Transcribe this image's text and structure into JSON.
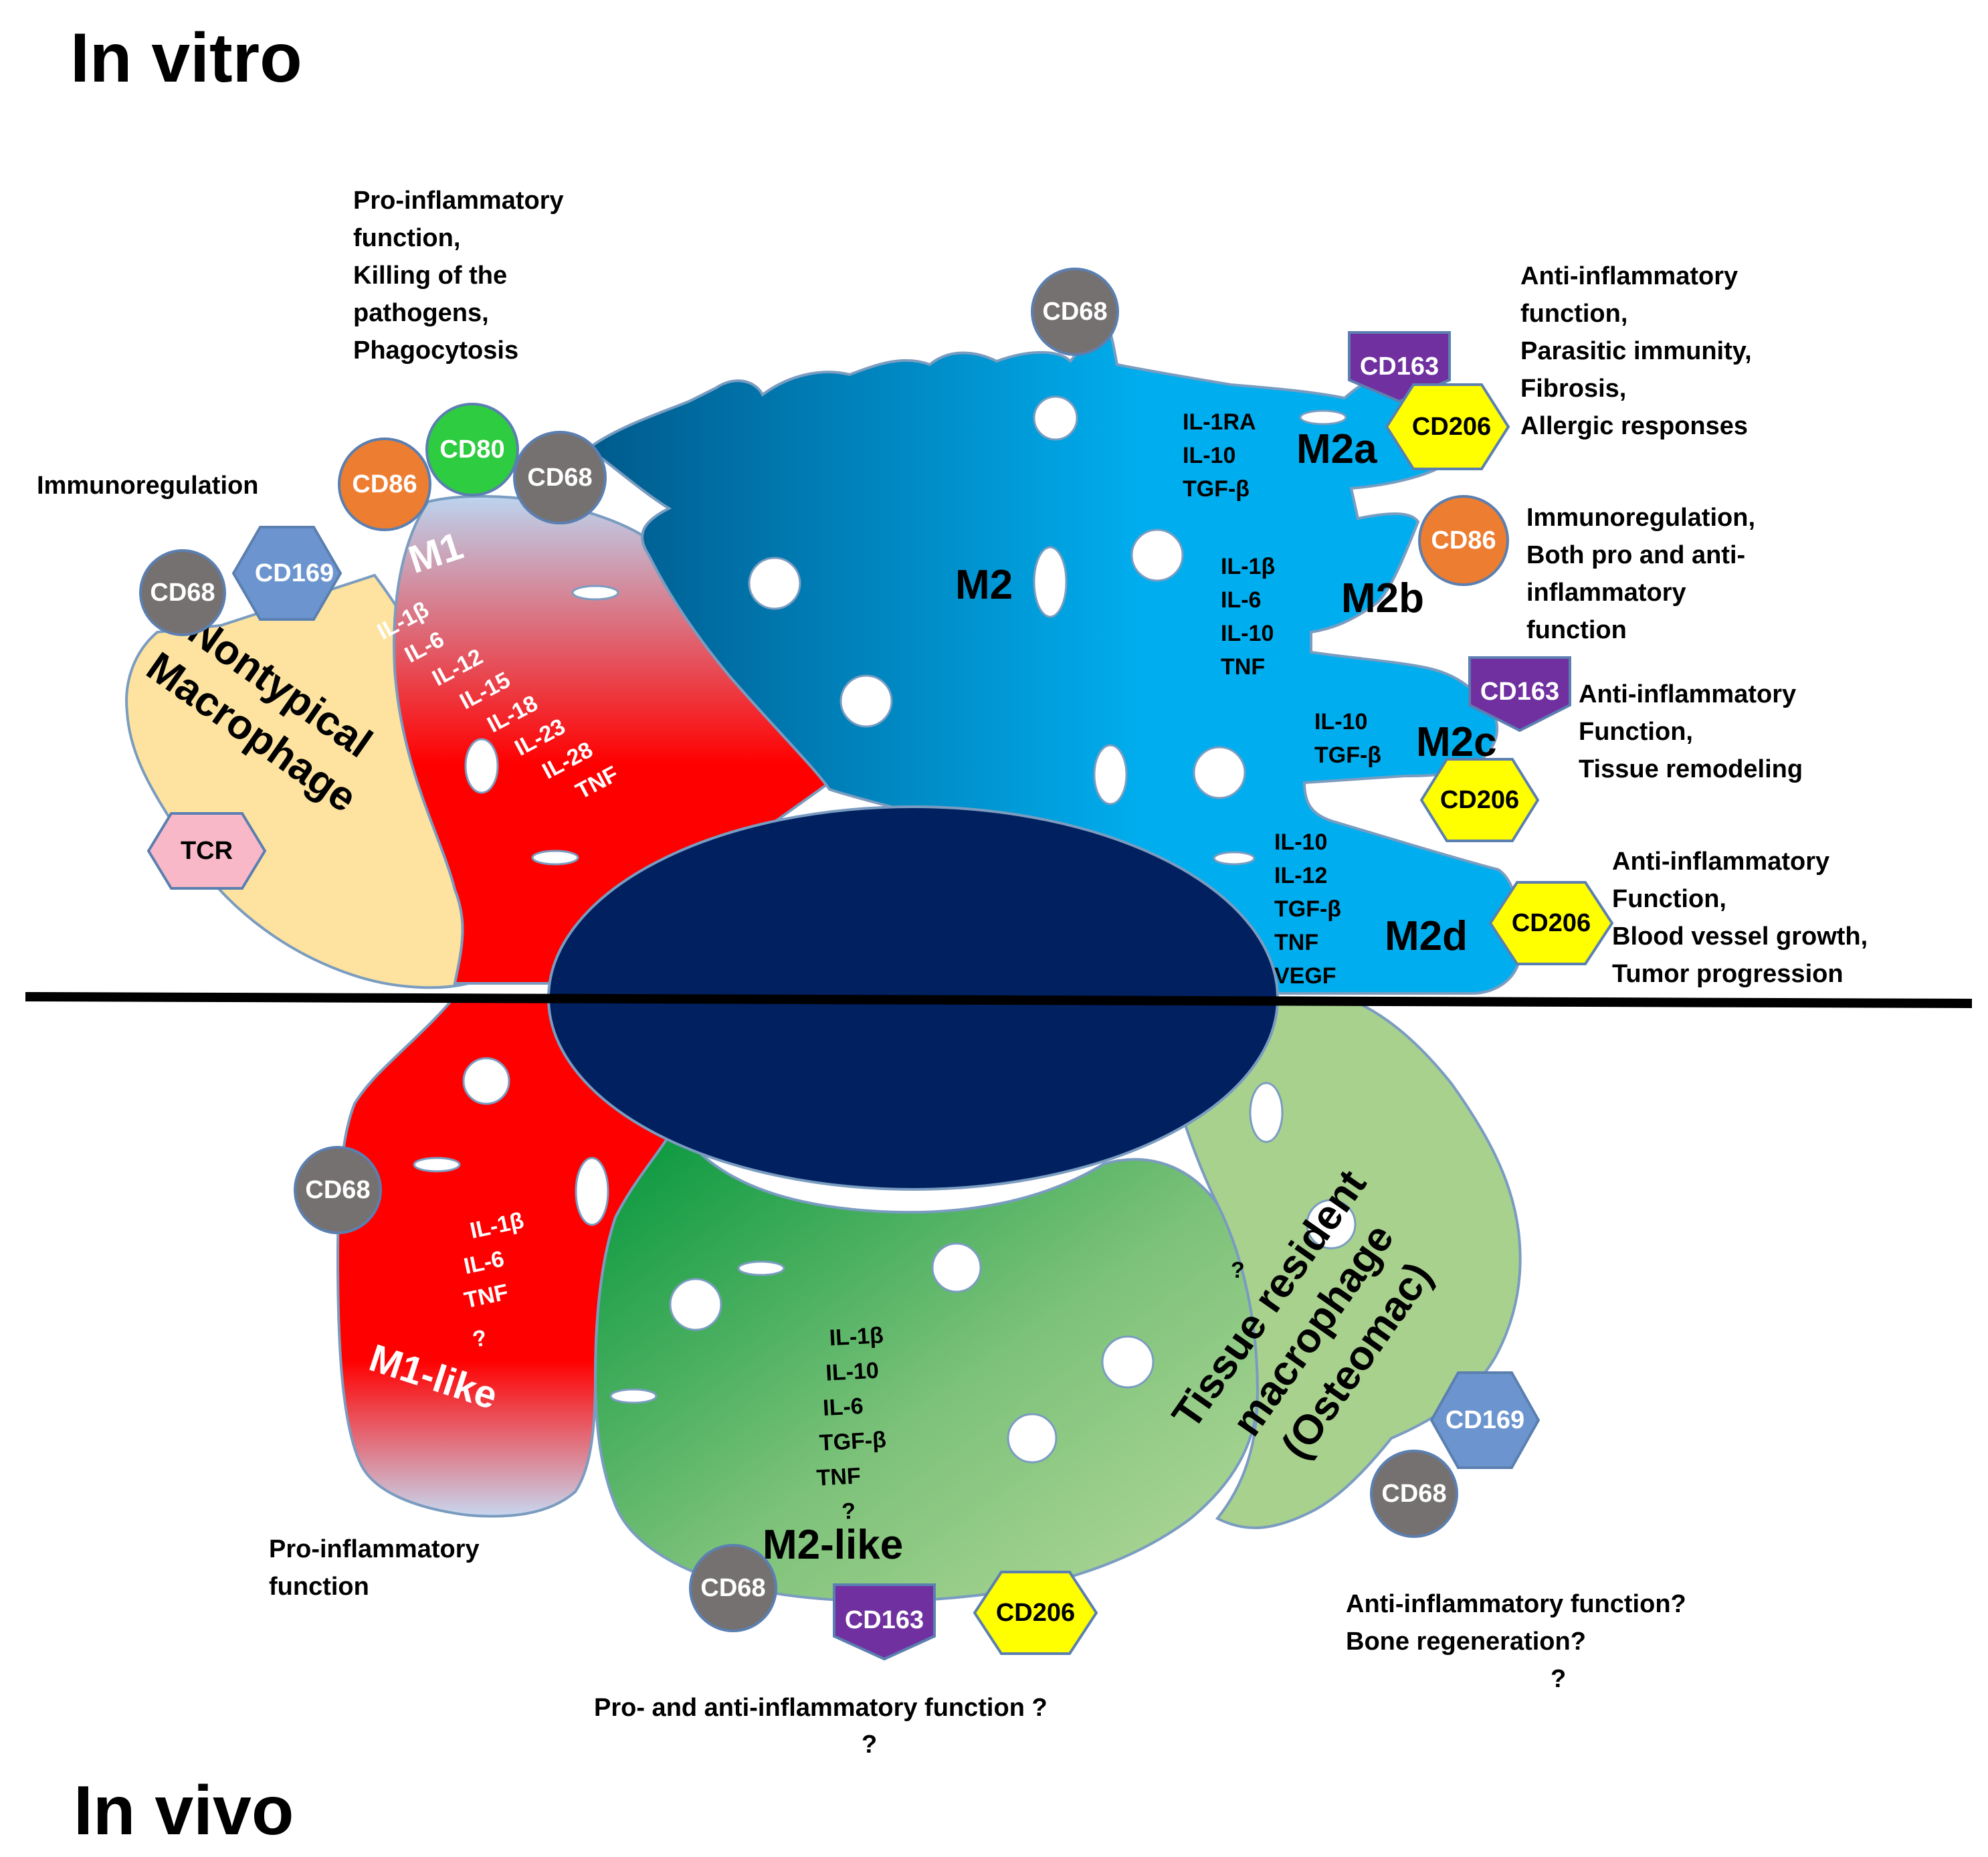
{
  "headings": {
    "top": "In vitro",
    "bottom": "In vivo"
  },
  "m1": {
    "label": "M1",
    "function": [
      "Pro-inflammatory",
      "function,",
      "Killing of the",
      "pathogens,",
      "Phagocytosis"
    ],
    "cytokines": [
      "IL-1β",
      "IL-6",
      "IL-12",
      "IL-15",
      "IL-18",
      "IL-23",
      "IL-28",
      "TNF"
    ],
    "markers": [
      "CD86",
      "CD80",
      "CD68"
    ]
  },
  "nontypical": {
    "label_line1": "Nontypical",
    "label_line2": "Macrophage",
    "function": "Immunoregulation",
    "markers": [
      "CD68",
      "CD169",
      "TCR"
    ]
  },
  "m2": {
    "label": "M2",
    "marker": "CD68",
    "m2a": {
      "label": "M2a",
      "cytokines": [
        "IL-1RA",
        "IL-10",
        "TGF-β"
      ],
      "markers": [
        "CD163",
        "CD206"
      ],
      "function": [
        "Anti-inflammatory",
        "function,",
        "Parasitic immunity,",
        "Fibrosis,",
        "Allergic responses"
      ]
    },
    "m2b": {
      "label": "M2b",
      "cytokines": [
        "IL-1β",
        "IL-6",
        "IL-10",
        "TNF"
      ],
      "markers": [
        "CD86"
      ],
      "function": [
        "Immunoregulation,",
        "Both pro and anti-",
        "inflammatory",
        "function"
      ]
    },
    "m2c": {
      "label": "M2c",
      "cytokines": [
        "IL-10",
        "TGF-β"
      ],
      "markers": [
        "CD163",
        "CD206"
      ],
      "function": [
        "Anti-inflammatory",
        "Function,",
        "Tissue remodeling"
      ]
    },
    "m2d": {
      "label": "M2d",
      "cytokines": [
        "IL-10",
        "IL-12",
        "TGF-β",
        "TNF",
        "VEGF"
      ],
      "markers": [
        "CD206"
      ],
      "function": [
        "Anti-inflammatory",
        "Function,",
        "Blood vessel growth,",
        "Tumor progression"
      ]
    }
  },
  "m1like": {
    "label": "M1-like",
    "cytokines": [
      "IL-1β",
      "IL-6",
      "TNF",
      "?"
    ],
    "marker": "CD68",
    "function": [
      "Pro-inflammatory",
      "function"
    ]
  },
  "m2like": {
    "label": "M2-like",
    "cytokines": [
      "IL-1β",
      "IL-10",
      "IL-6",
      "TGF-β",
      "TNF",
      "?"
    ],
    "markers": [
      "CD68",
      "CD163",
      "CD206"
    ],
    "function": [
      "Pro- and anti-inflammatory function ?",
      "?"
    ]
  },
  "tissue": {
    "label_lines": [
      "Tissue resident",
      "macrophage",
      "(Osteomac)"
    ],
    "question": "?",
    "markers": [
      "CD169",
      "CD68"
    ],
    "function": [
      "Anti-inflammatory function?",
      "Bone regeneration?",
      "?"
    ]
  },
  "colors": {
    "m1_red": "#ff0000",
    "m2_blue": "#00aeef",
    "m2_dark_blue": "#006aa0",
    "m2like_green": "#00953a",
    "tissue_green": "#a9d18e",
    "nontypical_tan": "#fde39f",
    "nucleus": "#002060",
    "cd68": "#767171",
    "cd80": "#2ecc40",
    "cd86": "#ed7d31",
    "cd163": "#7030a0",
    "cd206": "#ffff00",
    "cd169": "#6c95cf",
    "tcr": "#f8b8c8"
  }
}
